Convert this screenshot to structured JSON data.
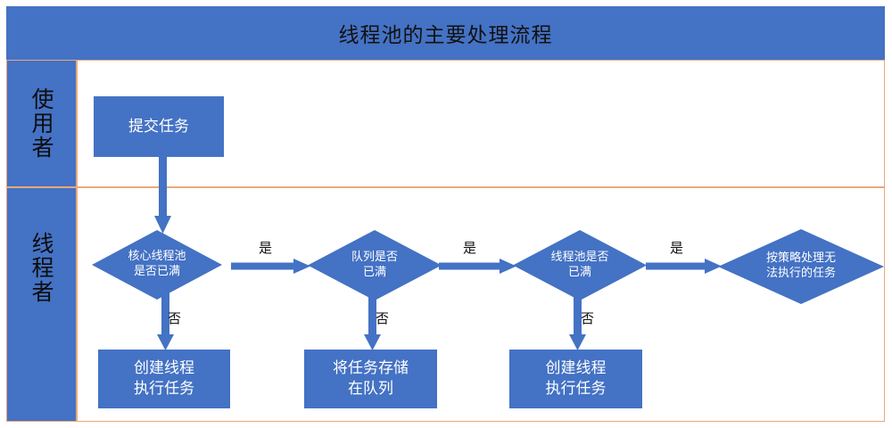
{
  "diagram": {
    "title": "线程池的主要处理流程",
    "accent_blue": "#4472C4",
    "lane_border": "#E8A87C",
    "text_on_blue": "#FFFFFF",
    "title_text_color": "#111111"
  },
  "lanes": [
    {
      "id": "lane-user",
      "label": "使用者"
    },
    {
      "id": "lane-thread",
      "label": "线程者"
    }
  ],
  "nodes": {
    "submit_task": {
      "label": "提交任务",
      "shape": "process"
    },
    "core_pool_full": {
      "label": "核心线程池\n是否已满",
      "line1": "核心线程池",
      "line2": "是否已满",
      "shape": "decision"
    },
    "queue_full": {
      "label": "队列是否\n已满",
      "line1": "队列是否",
      "line2": "已满",
      "shape": "decision"
    },
    "pool_full": {
      "label": "线程池是否\n已满",
      "line1": "线程池是否",
      "line2": "已满",
      "shape": "decision"
    },
    "reject_policy": {
      "label": "按策略处理无\n法执行的任务",
      "line1": "按策略处理无",
      "line2": "法执行的任务",
      "shape": "decision"
    },
    "create_thread_1": {
      "line1": "创建线程",
      "line2": "执行任务",
      "shape": "process"
    },
    "store_in_queue": {
      "line1": "将任务存储",
      "line2": "在队列",
      "shape": "process"
    },
    "create_thread_2": {
      "line1": "创建线程",
      "line2": "执行任务",
      "shape": "process"
    }
  },
  "edge_labels": {
    "yes": "是",
    "no": "否"
  },
  "edges": [
    {
      "from": "submit_task",
      "to": "core_pool_full",
      "label": ""
    },
    {
      "from": "core_pool_full",
      "to": "queue_full",
      "label": "是"
    },
    {
      "from": "core_pool_full",
      "to": "create_thread_1",
      "label": "否"
    },
    {
      "from": "queue_full",
      "to": "pool_full",
      "label": "是"
    },
    {
      "from": "queue_full",
      "to": "store_in_queue",
      "label": "否"
    },
    {
      "from": "pool_full",
      "to": "reject_policy",
      "label": "是"
    },
    {
      "from": "pool_full",
      "to": "create_thread_2",
      "label": "否"
    }
  ]
}
